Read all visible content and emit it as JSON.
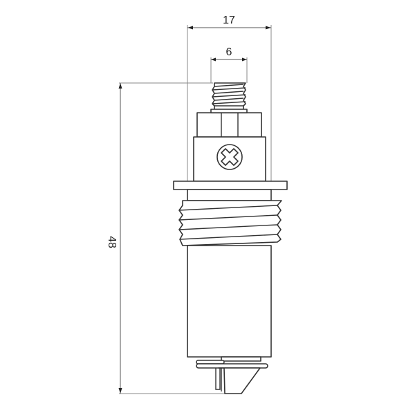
{
  "drawing": {
    "subject": "tap valve cartridge (headwork) side view",
    "line_color": "#333333",
    "background": "#ffffff"
  },
  "dimensions": {
    "overall_width": {
      "label": "17",
      "unit": "mm",
      "orientation": "horizontal"
    },
    "spindle_width": {
      "label": "6",
      "unit": "mm",
      "orientation": "horizontal"
    },
    "overall_height": {
      "label": "48",
      "unit": "mm",
      "orientation": "vertical"
    }
  },
  "parts": [
    {
      "name": "splined-spindle",
      "description": "threaded/splined top spindle"
    },
    {
      "name": "hex-nut",
      "description": "hexagonal gland nut"
    },
    {
      "name": "body-with-screw",
      "description": "upper body with cross-head screw"
    },
    {
      "name": "flange-washer",
      "description": "sealing flange"
    },
    {
      "name": "threaded-body",
      "description": "external thread section"
    },
    {
      "name": "lower-body",
      "description": "cylindrical lower body"
    },
    {
      "name": "washer-jumper",
      "description": "jumper washer and valve seat"
    }
  ]
}
